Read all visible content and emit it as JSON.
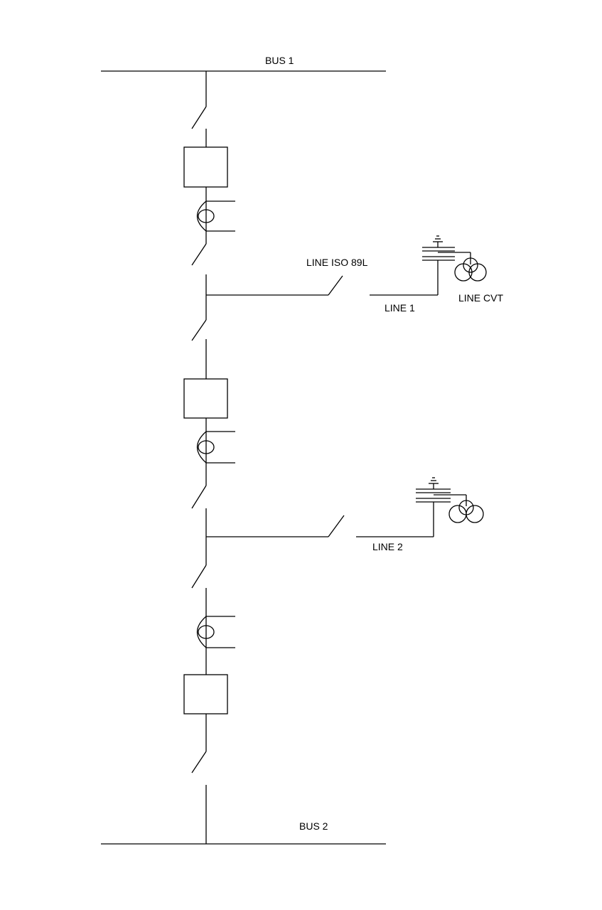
{
  "labels": {
    "bus1": "BUS 1",
    "bus2": "BUS 2",
    "line_iso": "LINE ISO 89L",
    "line1": "LINE 1",
    "line_cvt": "LINE CVT",
    "line2": "LINE 2"
  },
  "colors": {
    "line": "#000000",
    "background": "#ffffff"
  }
}
